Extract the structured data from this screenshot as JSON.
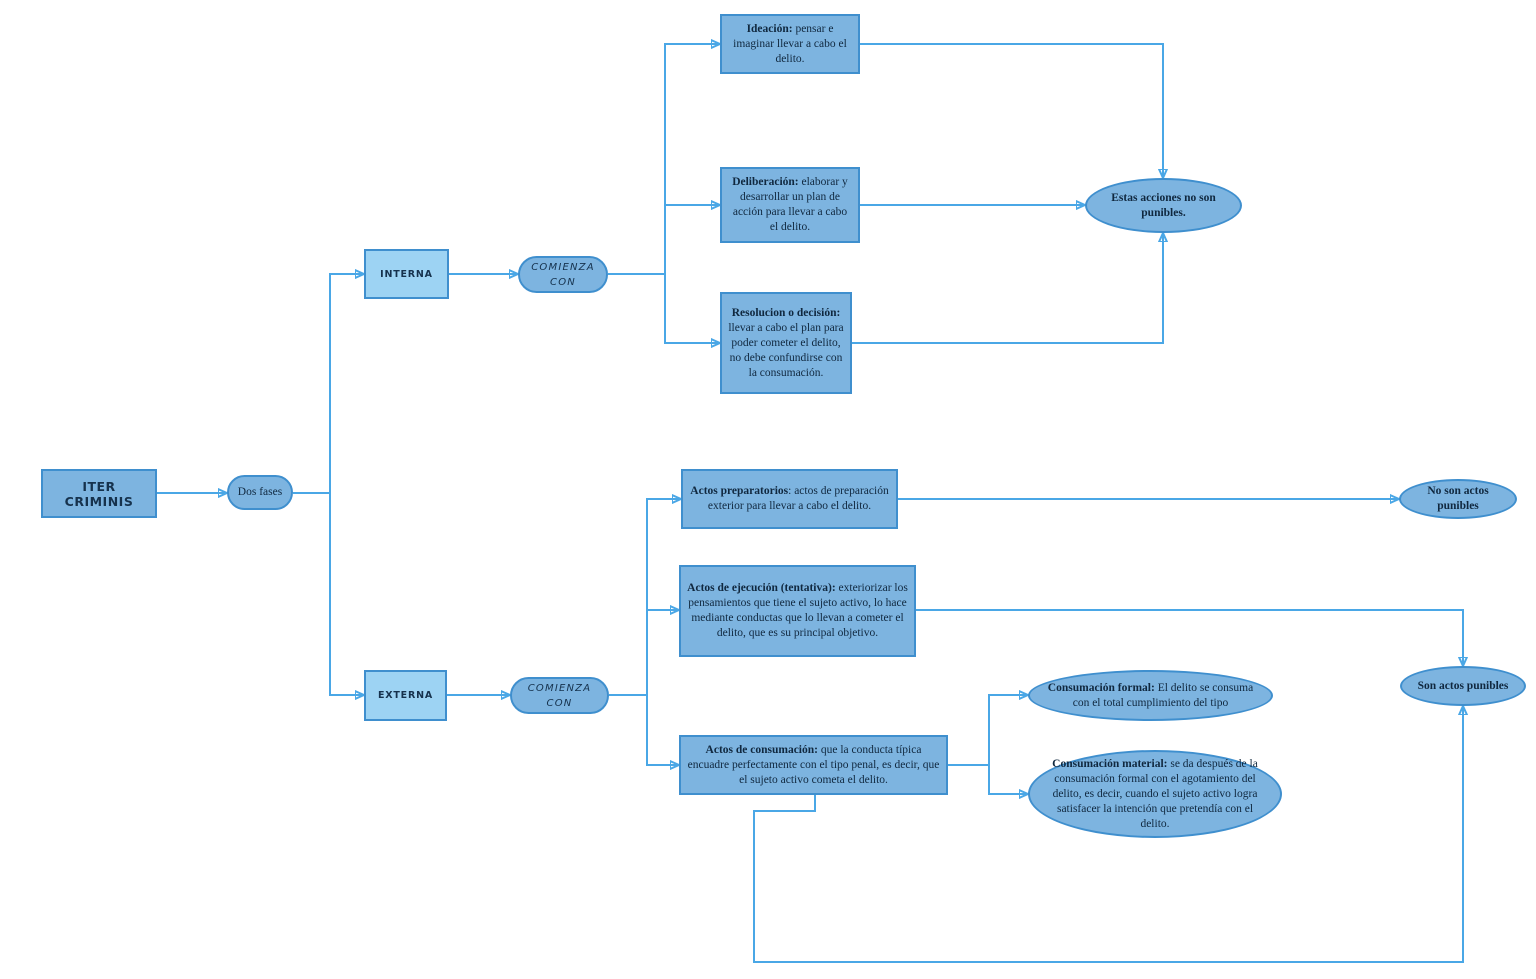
{
  "colors": {
    "node_fill": "#7db4e0",
    "node_light_fill": "#9dd3f3",
    "border": "#3f8fce",
    "connector": "#4aa7e6"
  },
  "root": "ITER CRIMINIS",
  "dos_fases": "Dos fases",
  "interna": {
    "label": "INTERNA",
    "comienza": "COMIENZA CON",
    "ideacion": {
      "bold": "Ideación:",
      "text": " pensar e imaginar llevar a cabo el delito."
    },
    "deliberacion": {
      "bold": "Deliberación:",
      "text": " elaborar y desarrollar un plan de acción para llevar a cabo el delito."
    },
    "resolucion": {
      "bold": "Resolucion o decisión:",
      "text": " llevar a cabo el plan para poder cometer el delito, no debe confundirse con la consumación."
    },
    "result": "Estas acciones no son punibles."
  },
  "externa": {
    "label": "EXTERNA",
    "comienza": "COMIENZA CON",
    "preparatorios": {
      "bold": "Actos preparatorios",
      "text": ": actos de preparación exterior para llevar a cabo el delito."
    },
    "ejecucion": {
      "bold": "Actos de ejecución (tentativa):",
      "text": " exteriorizar los pensamientos que tiene el sujeto activo, lo hace mediante conductas que lo llevan a cometer el delito, que es su principal objetivo."
    },
    "consumacion": {
      "bold": "Actos de consumación:",
      "text": " que la conducta típica encuadre perfectamente con el tipo penal, es decir, que el sujeto activo cometa el delito."
    },
    "formal": {
      "bold": "Consumación formal:",
      "text": " El delito se consuma con el total cumplimiento del tipo"
    },
    "material": {
      "bold": "Consumación material:",
      "text": " se da después de la consumación formal con el agotamiento del delito, es decir, cuando el sujeto activo logra satisfacer la intención que pretendía con el delito."
    },
    "no_punibles": "No son actos punibles",
    "punibles": "Son actos punibles"
  }
}
